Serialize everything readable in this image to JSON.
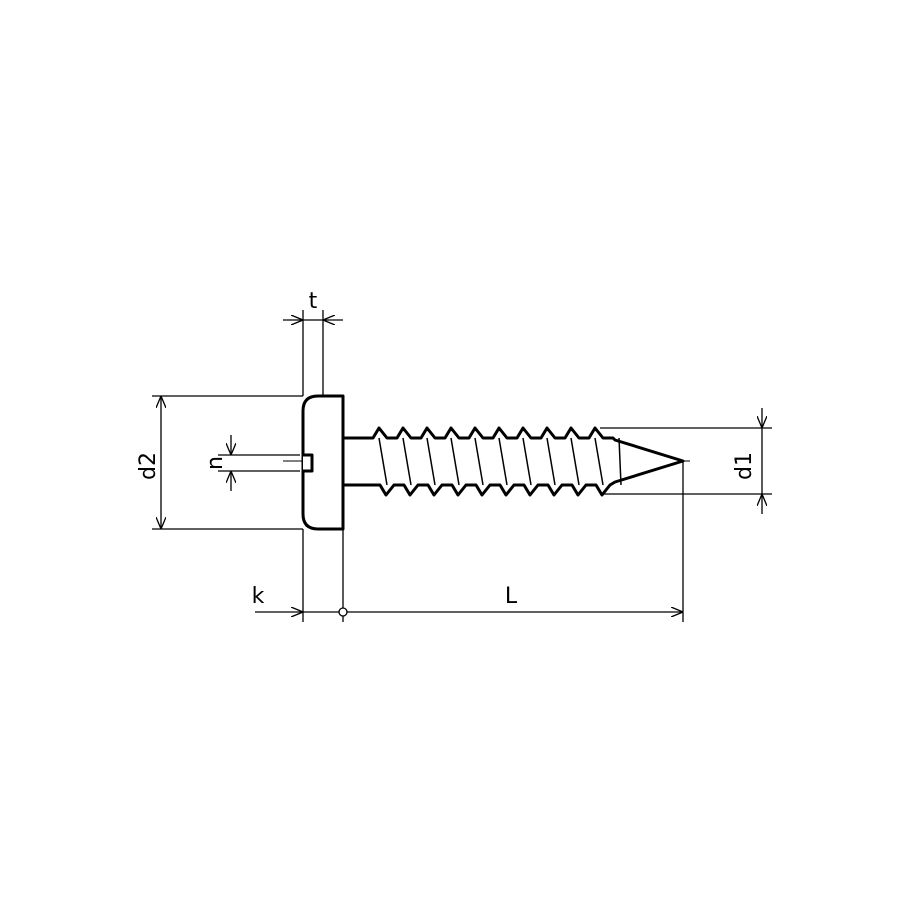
{
  "labels": {
    "t": "t",
    "d2": "d2",
    "n": "n",
    "k": "k",
    "L": "L",
    "d1": "d1"
  },
  "colors": {
    "line": "#000000",
    "background": "#ffffff"
  }
}
